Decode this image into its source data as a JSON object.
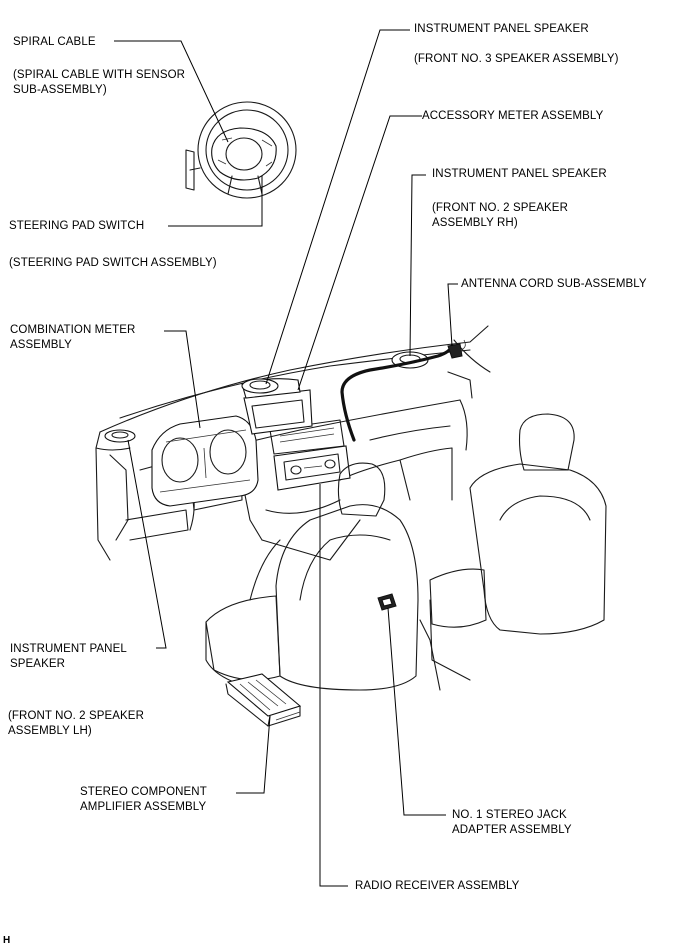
{
  "labels": {
    "spiral_cable": "SPIRAL CABLE",
    "spiral_cable_sub": "(SPIRAL CABLE WITH SENSOR\nSUB-ASSEMBLY)",
    "steering_pad_switch": "STEERING PAD SWITCH",
    "steering_pad_switch_sub": "(STEERING PAD SWITCH ASSEMBLY)",
    "combination_meter": "COMBINATION METER\nASSEMBLY",
    "ip_speaker_left": "INSTRUMENT PANEL\nSPEAKER",
    "ip_speaker_left_sub": "(FRONT NO. 2 SPEAKER\nASSEMBLY LH)",
    "stereo_amplifier": "STEREO COMPONENT\nAMPLIFIER ASSEMBLY",
    "ip_speaker_center": "INSTRUMENT PANEL SPEAKER",
    "ip_speaker_center_sub": "(FRONT NO. 3 SPEAKER ASSEMBLY)",
    "accessory_meter": "ACCESSORY METER ASSEMBLY",
    "ip_speaker_right": "INSTRUMENT PANEL SPEAKER",
    "ip_speaker_right_sub": "(FRONT NO. 2 SPEAKER\nASSEMBLY RH)",
    "antenna_cord": "ANTENNA CORD SUB-ASSEMBLY",
    "stereo_jack": "NO. 1 STEREO JACK\nADAPTER ASSEMBLY",
    "radio_receiver": "RADIO RECEIVER ASSEMBLY",
    "corner_mark": "H"
  }
}
